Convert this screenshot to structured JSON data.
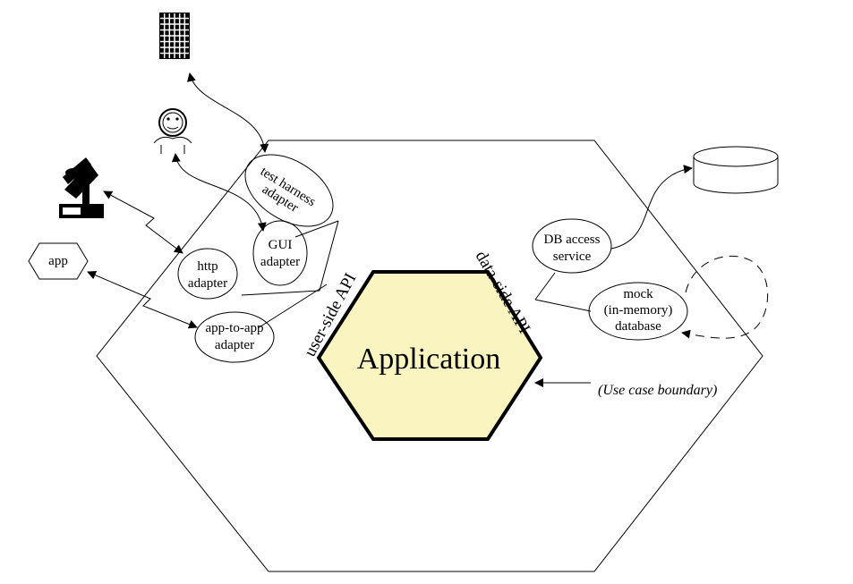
{
  "diagram": {
    "colors": {
      "application_fill": "#faf5c0",
      "stroke": "#000000",
      "background": "#ffffff"
    },
    "center": {
      "label": "Application"
    },
    "api_labels": {
      "user_side": "user-side API",
      "data_side": "data-side API"
    },
    "adapters": {
      "test_harness": [
        "test harness",
        "adapter"
      ],
      "gui": [
        "GUI",
        "adapter"
      ],
      "http": [
        "http",
        "adapter"
      ],
      "app_to_app": [
        "app-to-app",
        "adapter"
      ]
    },
    "services": {
      "db_access": [
        "DB access",
        "service"
      ],
      "mock_db": [
        "mock",
        "(in-memory)",
        "database"
      ]
    },
    "external": {
      "app_label": "app"
    },
    "annotation": {
      "use_case_boundary": "(Use case boundary)"
    },
    "icons": [
      "test-grid-icon",
      "user-icon",
      "satellite-terminal-icon",
      "database-cylinder-icon"
    ]
  }
}
